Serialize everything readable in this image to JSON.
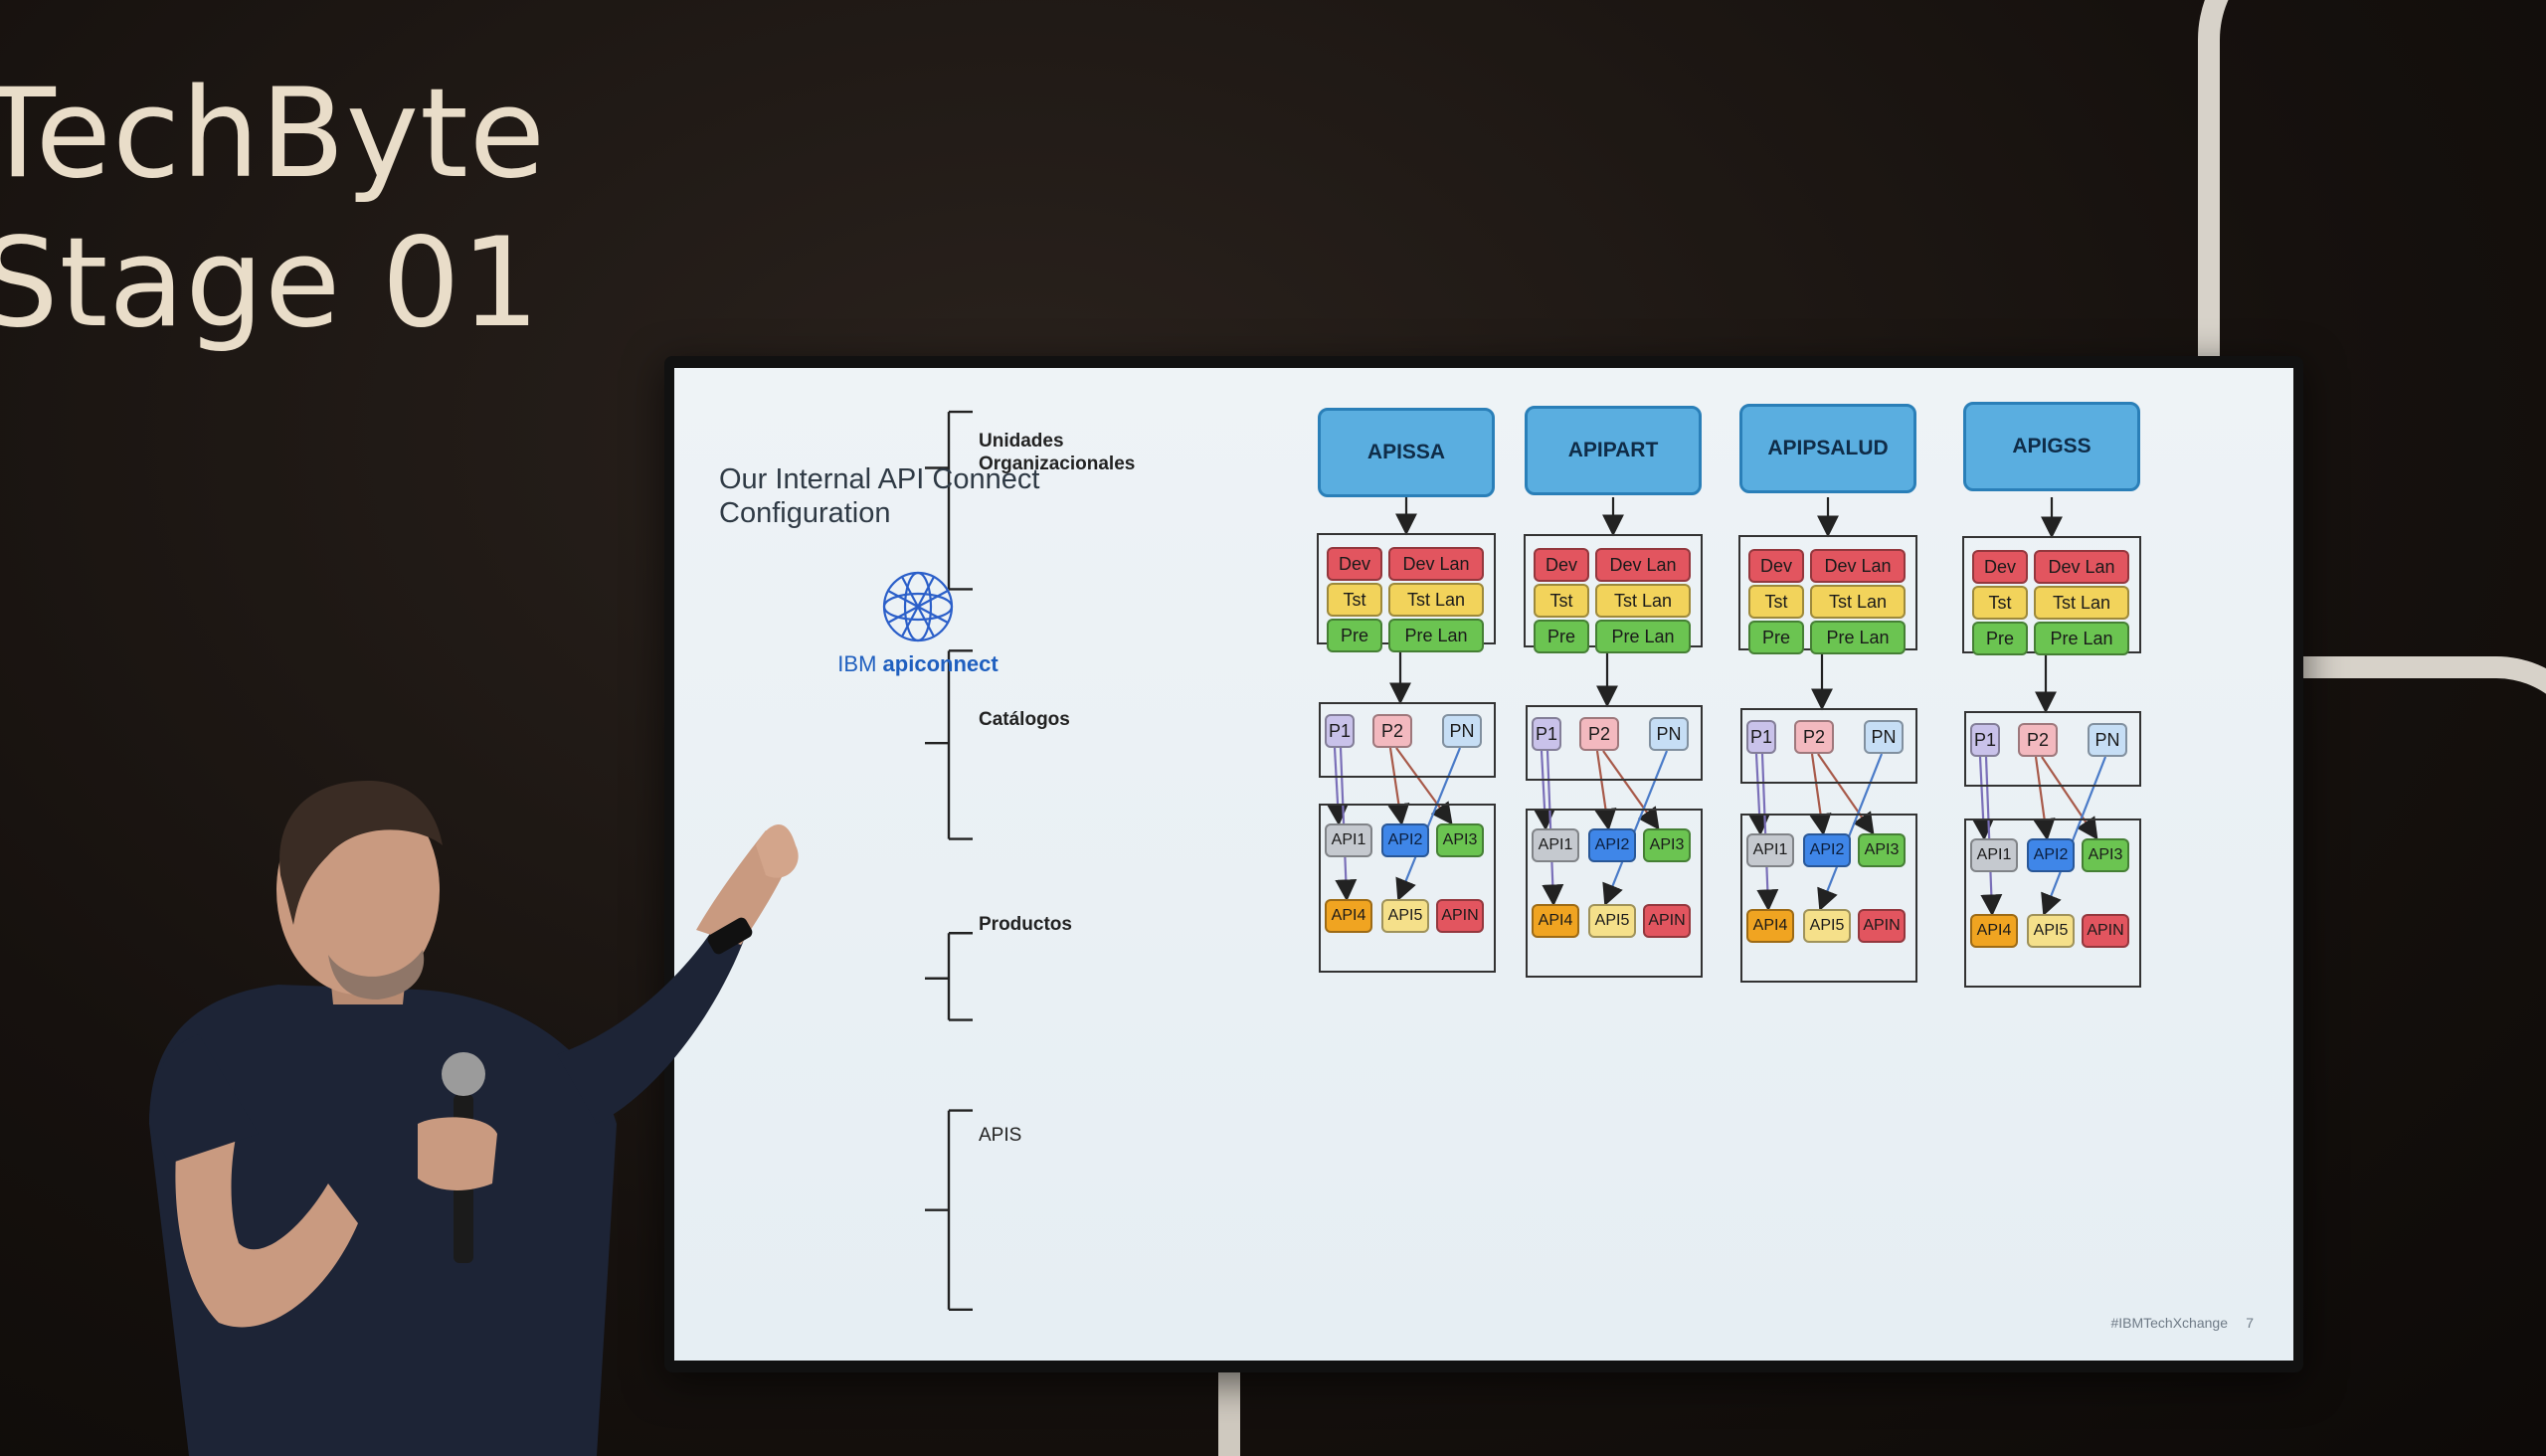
{
  "stage": {
    "line1": "TechByte",
    "line2": "Stage 01"
  },
  "slide": {
    "title": "Our Internal API Connect Configuration",
    "logo": {
      "brand": "IBM",
      "product": "apiconnect"
    },
    "levels": [
      {
        "label": "Unidades Organizacionales"
      },
      {
        "label": "Catálogos"
      },
      {
        "label": "Productos"
      },
      {
        "label": "APIS"
      }
    ],
    "units": [
      "APISSA",
      "APIPART",
      "APIPSALUD",
      "APIGSS"
    ],
    "catalogs": [
      [
        "Dev",
        "Dev Lan"
      ],
      [
        "Tst",
        "Tst Lan"
      ],
      [
        "Pre",
        "Pre Lan"
      ]
    ],
    "products": [
      "P1",
      "P2",
      "PN"
    ],
    "apis": [
      [
        "API1",
        "API2",
        "API3"
      ],
      [
        "API4",
        "API5",
        "APIN"
      ]
    ],
    "footer": {
      "hashtag": "#IBMTechXchange",
      "page": "7"
    }
  },
  "colors": {
    "unit_fill": "#5aaee0",
    "dev": "#e2555f",
    "tst": "#f2d35b",
    "pre": "#6bc451",
    "api2": "#3f86e8",
    "api4": "#f0a421",
    "apin": "#e2555f"
  }
}
